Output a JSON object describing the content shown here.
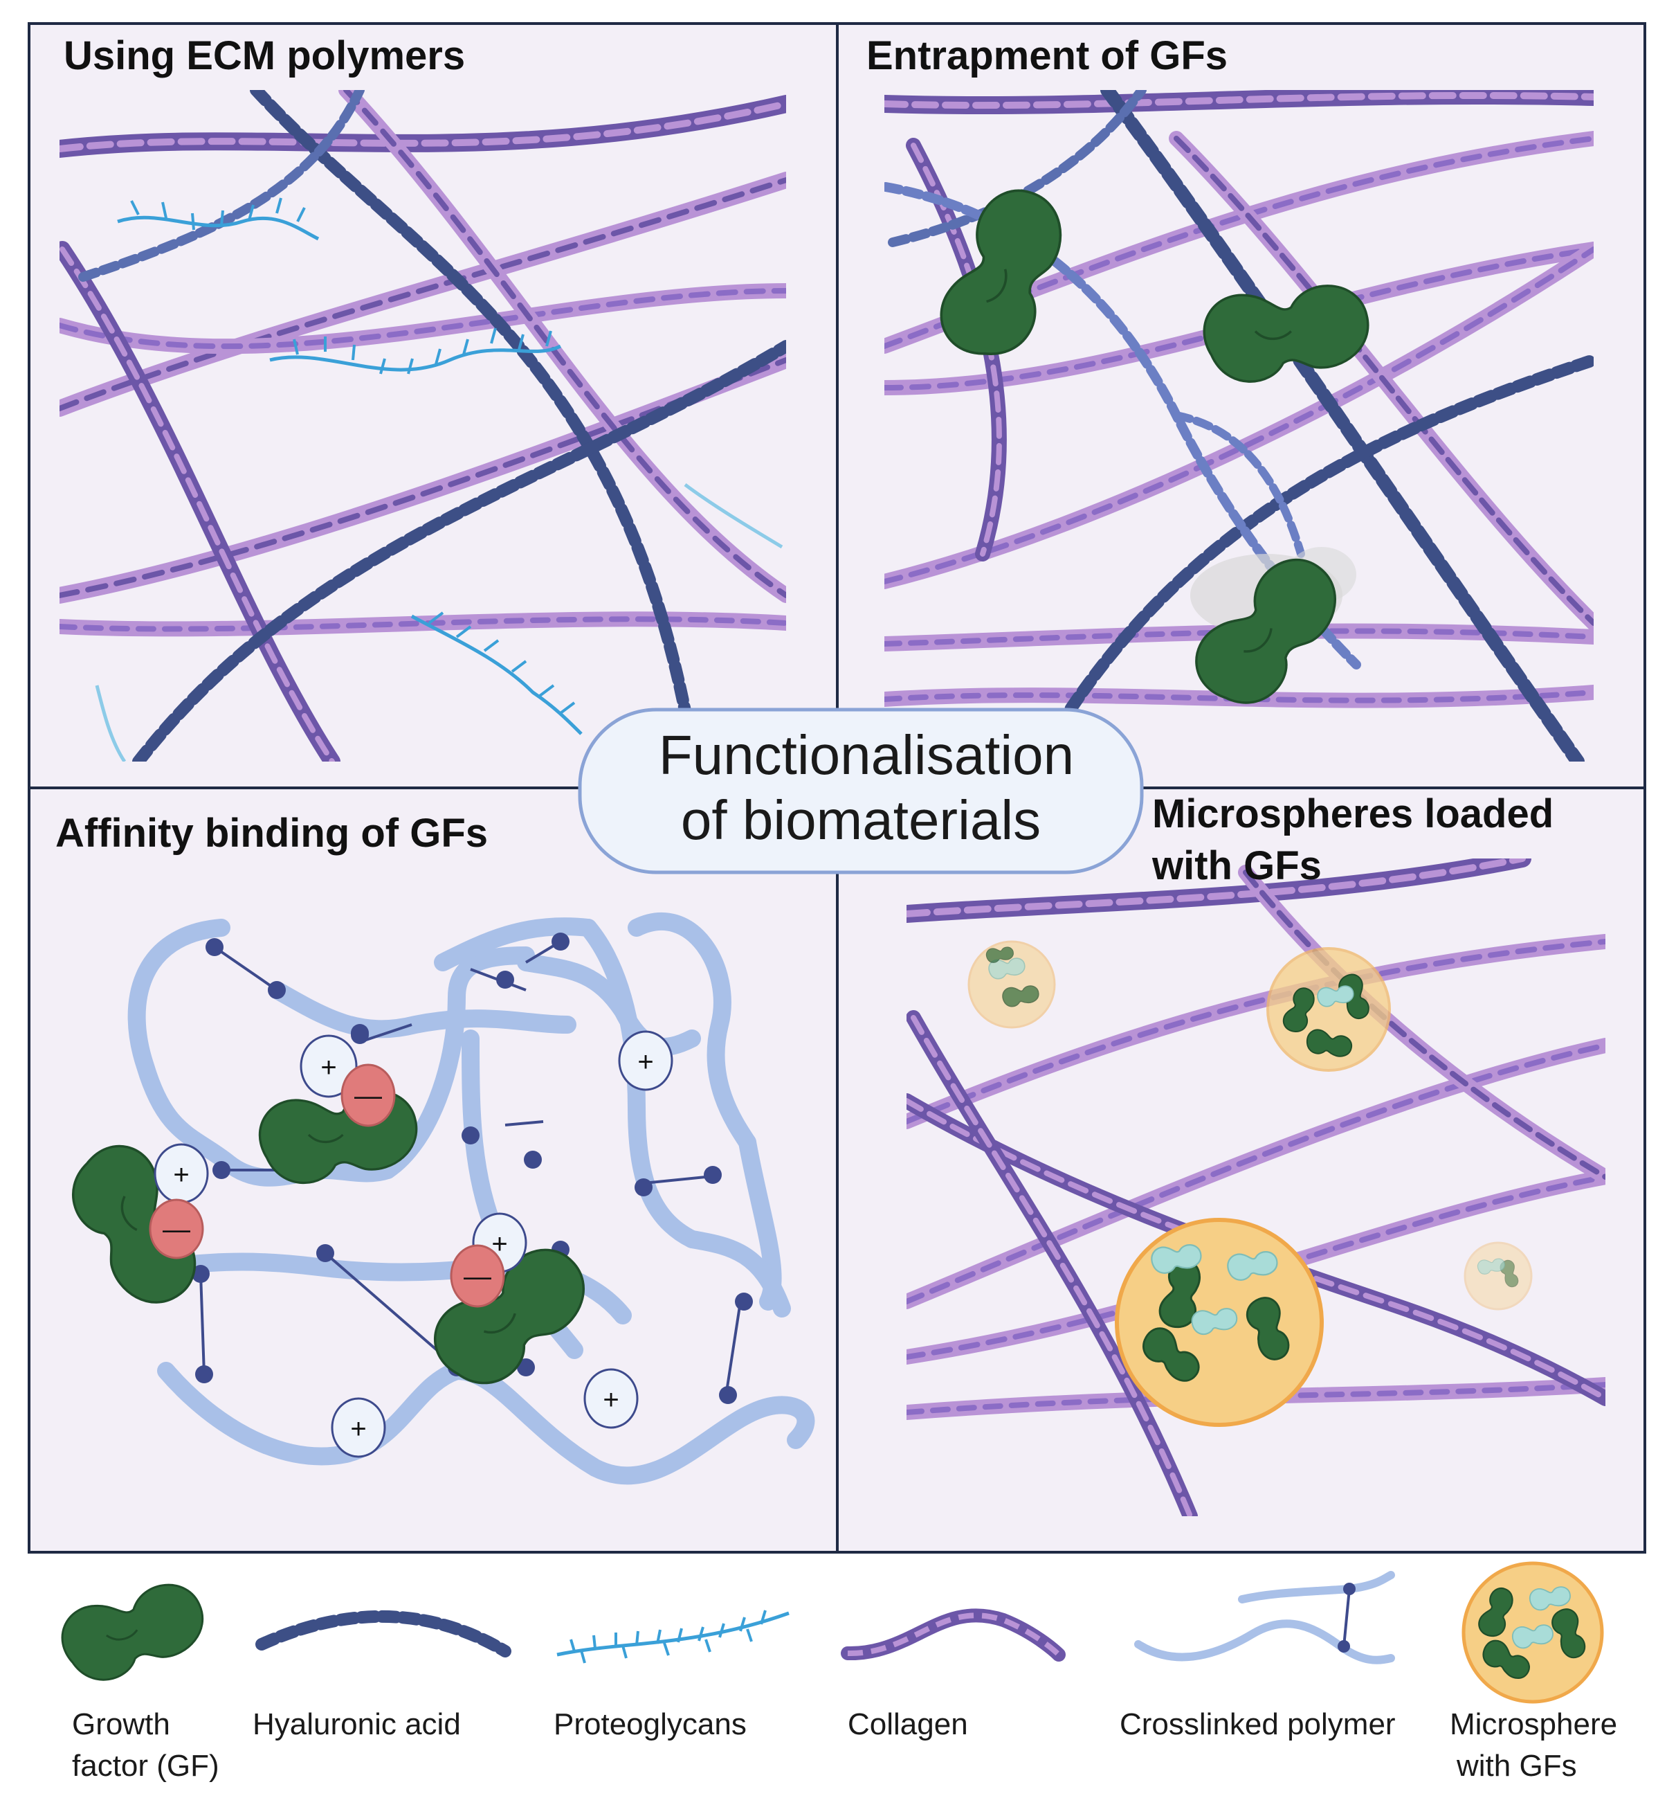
{
  "center_label": {
    "line1": "Functionalisation",
    "line2": "of biomaterials"
  },
  "panels": {
    "top_left": {
      "title": "Using ECM polymers"
    },
    "top_right": {
      "title": "Entrapment of GFs"
    },
    "bottom_left": {
      "title": "Affinity binding of GFs"
    },
    "bottom_right": {
      "title_line1": "Microspheres loaded",
      "title_line2": "with GFs"
    }
  },
  "charges": {
    "positive": "+",
    "negative": "—"
  },
  "legend": [
    {
      "icon": "growth-factor-icon",
      "line1": "Growth",
      "line2": "factor (GF)"
    },
    {
      "icon": "hyaluronic-acid-icon",
      "line1": "Hyaluronic acid"
    },
    {
      "icon": "proteoglycan-icon",
      "line1": "Proteoglycans"
    },
    {
      "icon": "collagen-icon",
      "line1": "Collagen"
    },
    {
      "icon": "crosslinked-polymer-icon",
      "line1": "Crosslinked polymer"
    },
    {
      "icon": "microsphere-icon",
      "line1": "Microsphere",
      "line2": "with GFs"
    }
  ],
  "colors": {
    "panel_bg": "#f3eff7",
    "border": "#1f2a44",
    "collagen_light": "#b993d6",
    "collagen_dark": "#6c56a8",
    "hyaluronic": "#3d4f86",
    "proteoglycan": "#3aa0d8",
    "growth_factor": "#2f6b3a",
    "polymer": "#a9c0e8",
    "node": "#3d4a8c",
    "positive_fill": "#eef3fb",
    "negative_fill": "#e07b7b",
    "microsphere": "#f6cf86",
    "center_box": "#eef3fb"
  }
}
